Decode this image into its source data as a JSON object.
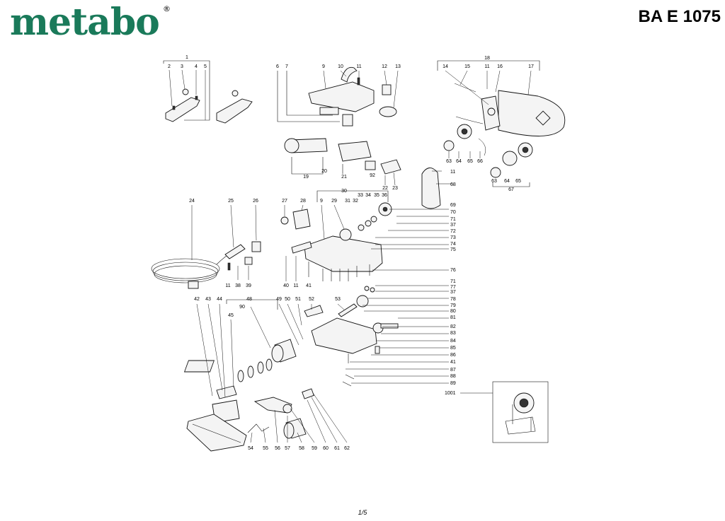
{
  "header": {
    "brand": "metabo",
    "registered_mark": "®",
    "model": "BA E 1075",
    "brand_color": "#1a7a5a"
  },
  "footer": {
    "page": "1/5"
  },
  "diagram": {
    "inset_label": "1001",
    "labels": [
      {
        "id": "l1",
        "text": "1"
      },
      {
        "id": "l2",
        "text": "2"
      },
      {
        "id": "l3",
        "text": "3"
      },
      {
        "id": "l4",
        "text": "4"
      },
      {
        "id": "l5",
        "text": "5"
      },
      {
        "id": "l6",
        "text": "6"
      },
      {
        "id": "l7",
        "text": "7"
      },
      {
        "id": "l9a",
        "text": "9"
      },
      {
        "id": "l10",
        "text": "10"
      },
      {
        "id": "l11a",
        "text": "11"
      },
      {
        "id": "l12",
        "text": "12"
      },
      {
        "id": "l13",
        "text": "13"
      },
      {
        "id": "l18",
        "text": "18"
      },
      {
        "id": "l14",
        "text": "14"
      },
      {
        "id": "l15",
        "text": "15"
      },
      {
        "id": "l11b",
        "text": "11"
      },
      {
        "id": "l16",
        "text": "16"
      },
      {
        "id": "l17",
        "text": "17"
      },
      {
        "id": "l19",
        "text": "19"
      },
      {
        "id": "l20",
        "text": "20"
      },
      {
        "id": "l21",
        "text": "21"
      },
      {
        "id": "l92",
        "text": "92"
      },
      {
        "id": "l22",
        "text": "22"
      },
      {
        "id": "l23",
        "text": "23"
      },
      {
        "id": "l63a",
        "text": "63"
      },
      {
        "id": "l64a",
        "text": "64"
      },
      {
        "id": "l65a",
        "text": "65"
      },
      {
        "id": "l66",
        "text": "66"
      },
      {
        "id": "l11c",
        "text": "11"
      },
      {
        "id": "l68",
        "text": "68"
      },
      {
        "id": "l63b",
        "text": "63"
      },
      {
        "id": "l64b",
        "text": "64"
      },
      {
        "id": "l65b",
        "text": "65"
      },
      {
        "id": "l67",
        "text": "67"
      },
      {
        "id": "l24",
        "text": "24"
      },
      {
        "id": "l25",
        "text": "25"
      },
      {
        "id": "l26",
        "text": "26"
      },
      {
        "id": "l27",
        "text": "27"
      },
      {
        "id": "l28",
        "text": "28"
      },
      {
        "id": "l30",
        "text": "30"
      },
      {
        "id": "l9b",
        "text": "9"
      },
      {
        "id": "l29",
        "text": "29"
      },
      {
        "id": "l31",
        "text": "31"
      },
      {
        "id": "l32",
        "text": "32"
      },
      {
        "id": "l33",
        "text": "33"
      },
      {
        "id": "l34",
        "text": "34"
      },
      {
        "id": "l35",
        "text": "35"
      },
      {
        "id": "l36",
        "text": "36"
      },
      {
        "id": "l69",
        "text": "69"
      },
      {
        "id": "l70",
        "text": "70"
      },
      {
        "id": "l71a",
        "text": "71"
      },
      {
        "id": "l37a",
        "text": "37"
      },
      {
        "id": "l72",
        "text": "72"
      },
      {
        "id": "l73",
        "text": "73"
      },
      {
        "id": "l74",
        "text": "74"
      },
      {
        "id": "l75",
        "text": "75"
      },
      {
        "id": "l76",
        "text": "76"
      },
      {
        "id": "l11d",
        "text": "11"
      },
      {
        "id": "l38",
        "text": "38"
      },
      {
        "id": "l39",
        "text": "39"
      },
      {
        "id": "l40",
        "text": "40"
      },
      {
        "id": "l11e",
        "text": "11"
      },
      {
        "id": "l41a",
        "text": "41"
      },
      {
        "id": "l71b",
        "text": "71"
      },
      {
        "id": "l77",
        "text": "77"
      },
      {
        "id": "l37b",
        "text": "37"
      },
      {
        "id": "l78",
        "text": "78"
      },
      {
        "id": "l79",
        "text": "79"
      },
      {
        "id": "l80",
        "text": "80"
      },
      {
        "id": "l81",
        "text": "81"
      },
      {
        "id": "l82",
        "text": "82"
      },
      {
        "id": "l83",
        "text": "83"
      },
      {
        "id": "l84",
        "text": "84"
      },
      {
        "id": "l85",
        "text": "85"
      },
      {
        "id": "l86",
        "text": "86"
      },
      {
        "id": "l41b",
        "text": "41"
      },
      {
        "id": "l87",
        "text": "87"
      },
      {
        "id": "l88",
        "text": "88"
      },
      {
        "id": "l89",
        "text": "89"
      },
      {
        "id": "l42",
        "text": "42"
      },
      {
        "id": "l43",
        "text": "43"
      },
      {
        "id": "l44",
        "text": "44"
      },
      {
        "id": "l45",
        "text": "45"
      },
      {
        "id": "l48",
        "text": "48"
      },
      {
        "id": "l90",
        "text": "90"
      },
      {
        "id": "l49",
        "text": "49"
      },
      {
        "id": "l50",
        "text": "50"
      },
      {
        "id": "l51",
        "text": "51"
      },
      {
        "id": "l52",
        "text": "52"
      },
      {
        "id": "l53",
        "text": "53"
      },
      {
        "id": "l54",
        "text": "54"
      },
      {
        "id": "l55",
        "text": "55"
      },
      {
        "id": "l56",
        "text": "56"
      },
      {
        "id": "l57",
        "text": "57"
      },
      {
        "id": "l58",
        "text": "58"
      },
      {
        "id": "l59",
        "text": "59"
      },
      {
        "id": "l60",
        "text": "60"
      },
      {
        "id": "l61",
        "text": "61"
      },
      {
        "id": "l62",
        "text": "62"
      }
    ]
  }
}
